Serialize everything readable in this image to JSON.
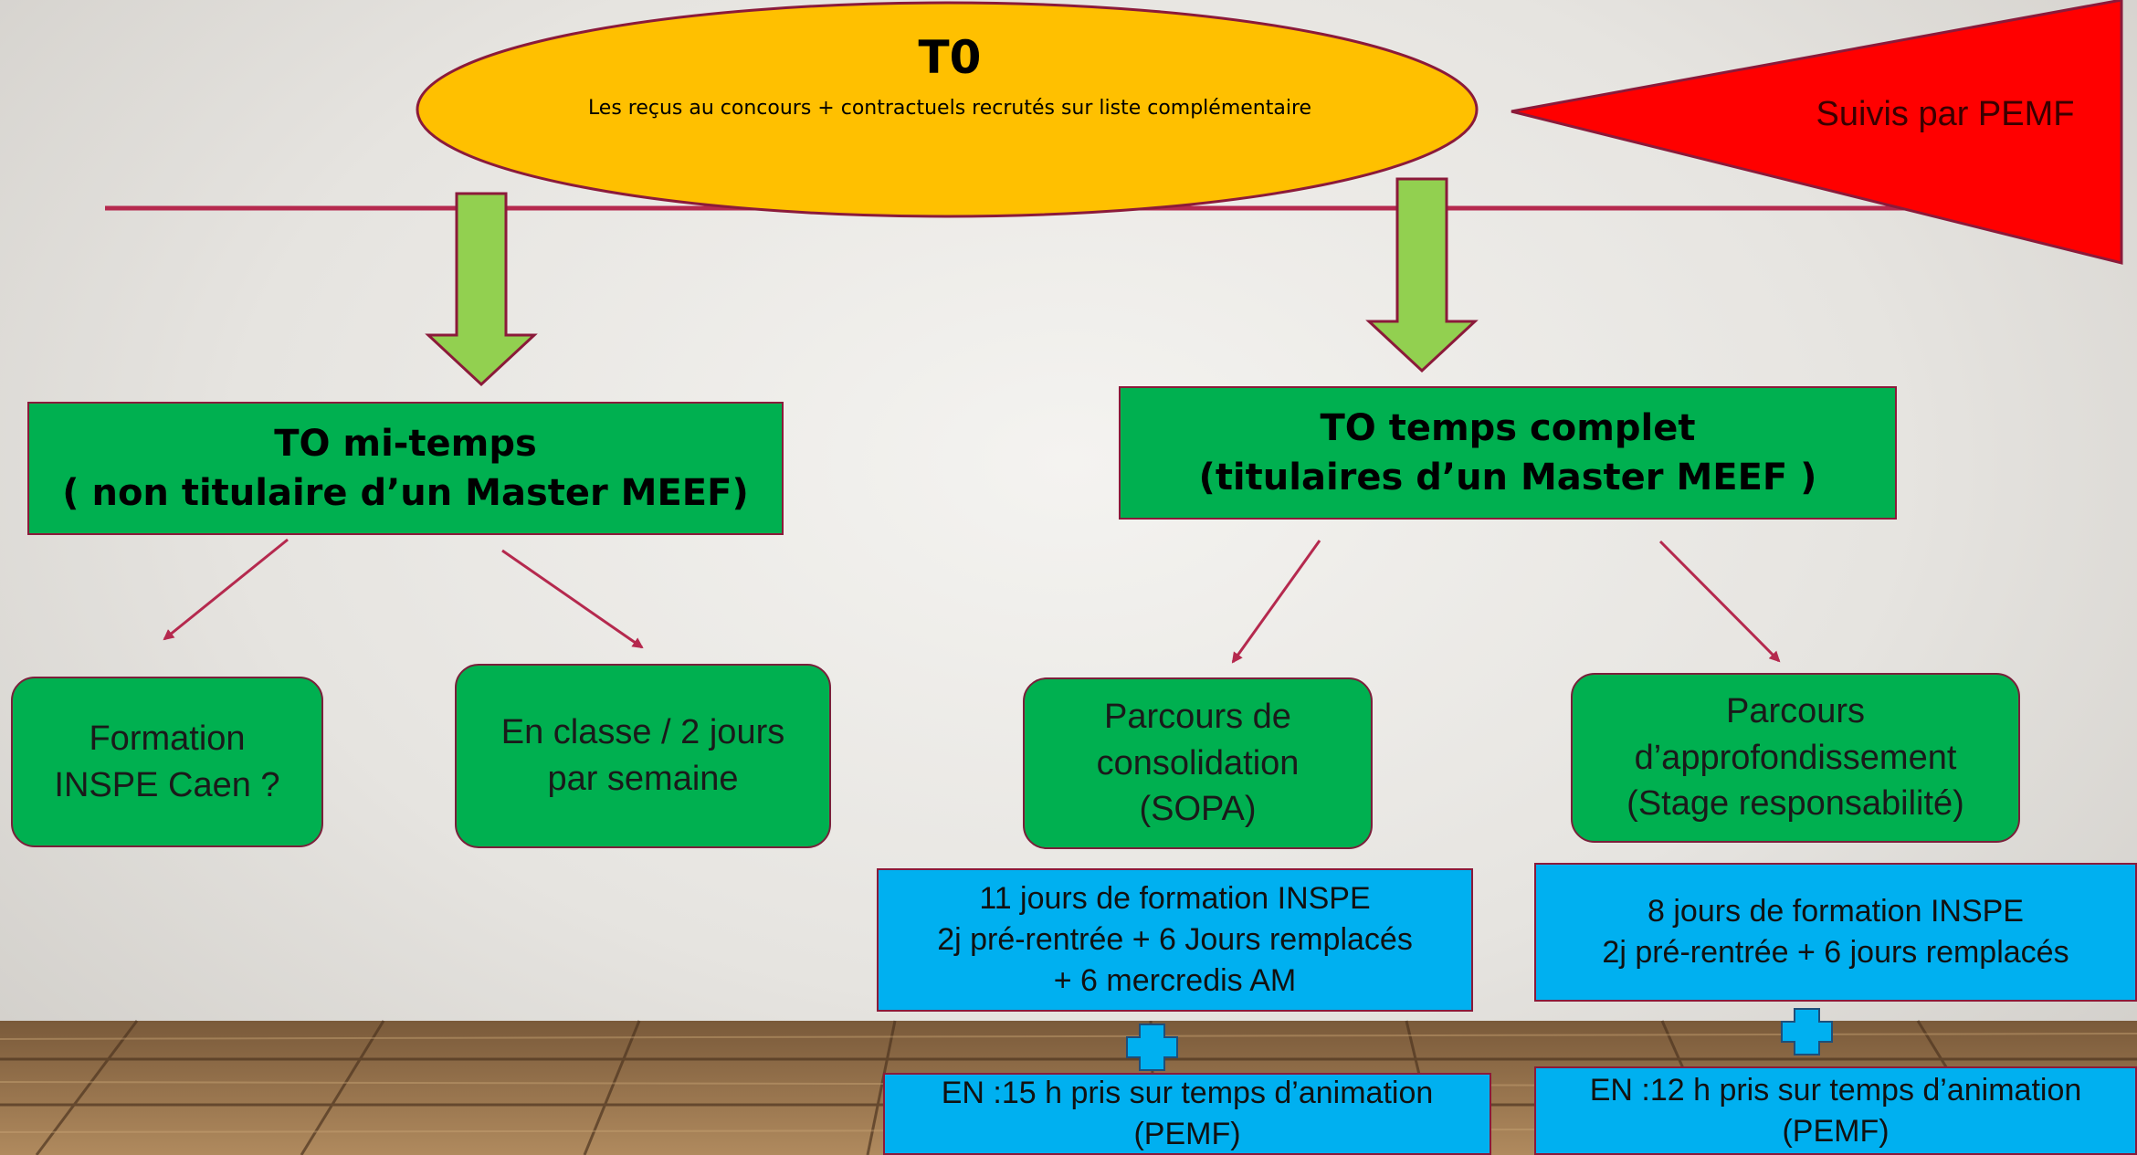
{
  "colors": {
    "ellipse": "#ffc000",
    "flag": "#ff0000",
    "green_arrow": "#92d050",
    "green_box": "#00b050",
    "blue_box": "#00b0f0",
    "connector": "#b5294e"
  },
  "top": {
    "title": "T0",
    "subtitle": "Les reçus au concours + contractuels recrutés sur liste complémentaire"
  },
  "flag": {
    "label": "Suivis par PEMF"
  },
  "left_branch": {
    "head": [
      "TO  mi-temps",
      "( non titulaire d’un Master MEEF)"
    ],
    "formation": [
      "Formation",
      "INSPE Caen ?"
    ],
    "classe": [
      "En classe / 2 jours",
      "par semaine"
    ]
  },
  "right_branch": {
    "head": [
      "TO temps complet",
      "(titulaires d’un Master MEEF )"
    ],
    "consolidation": [
      "Parcours de",
      "consolidation",
      "(SOPA)"
    ],
    "approfondissement": [
      "Parcours",
      "d’approfondissement",
      "(Stage responsabilité)"
    ],
    "consolidation_training": [
      "11 jours de formation INSPE",
      "2j pré-rentrée +  6 Jours remplacés",
      "+ 6 mercredis AM"
    ],
    "approfondissement_training": [
      "8 jours de formation INSPE",
      "2j pré-rentrée + 6 jours remplacés"
    ],
    "consolidation_en": [
      "EN :15 h pris sur temps d’animation",
      "(PEMF)"
    ],
    "approfondissement_en": [
      "EN :12 h pris sur temps d’animation",
      "(PEMF)"
    ]
  }
}
